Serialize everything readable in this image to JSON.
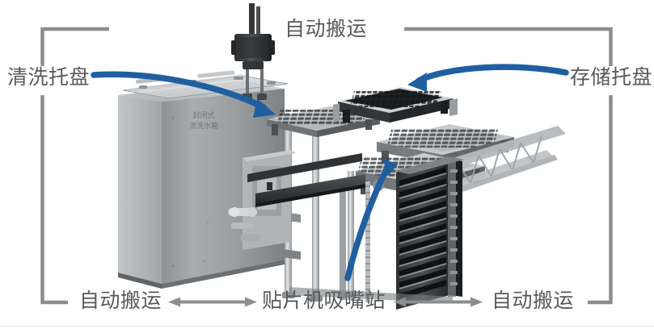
{
  "diagram": {
    "title_label": "自动搬运",
    "accent_color": "#1f5fa0",
    "bracket_color": "#8d8d8d",
    "text_color": "#58595b",
    "labels": {
      "top": "自动搬运",
      "left": "清洗托盘",
      "right": "存储托盘",
      "bottom_left": "自动搬运",
      "bottom_center": "贴片机吸嘴站",
      "bottom_right": "自动搬运"
    },
    "machine_text": {
      "line1": "封闭式",
      "line2": "清洗水箱"
    },
    "arrows": [
      {
        "name": "clean-tray-to-station",
        "from": "清洗托盘",
        "to": "贴片机吸嘴站",
        "color": "#1f5fa0"
      },
      {
        "name": "storage-tray-to-station",
        "from": "存储托盘",
        "to": "贴片机吸嘴站",
        "color": "#1f5fa0"
      },
      {
        "name": "station-inflow",
        "from": "贴片机吸嘴站",
        "to": "托盘",
        "color": "#1f5fa0"
      }
    ],
    "flow_arrows": [
      {
        "name": "transfer-arrow-left",
        "direction": "bidirectional"
      },
      {
        "name": "transfer-arrow-right",
        "direction": "bidirectional"
      }
    ]
  }
}
